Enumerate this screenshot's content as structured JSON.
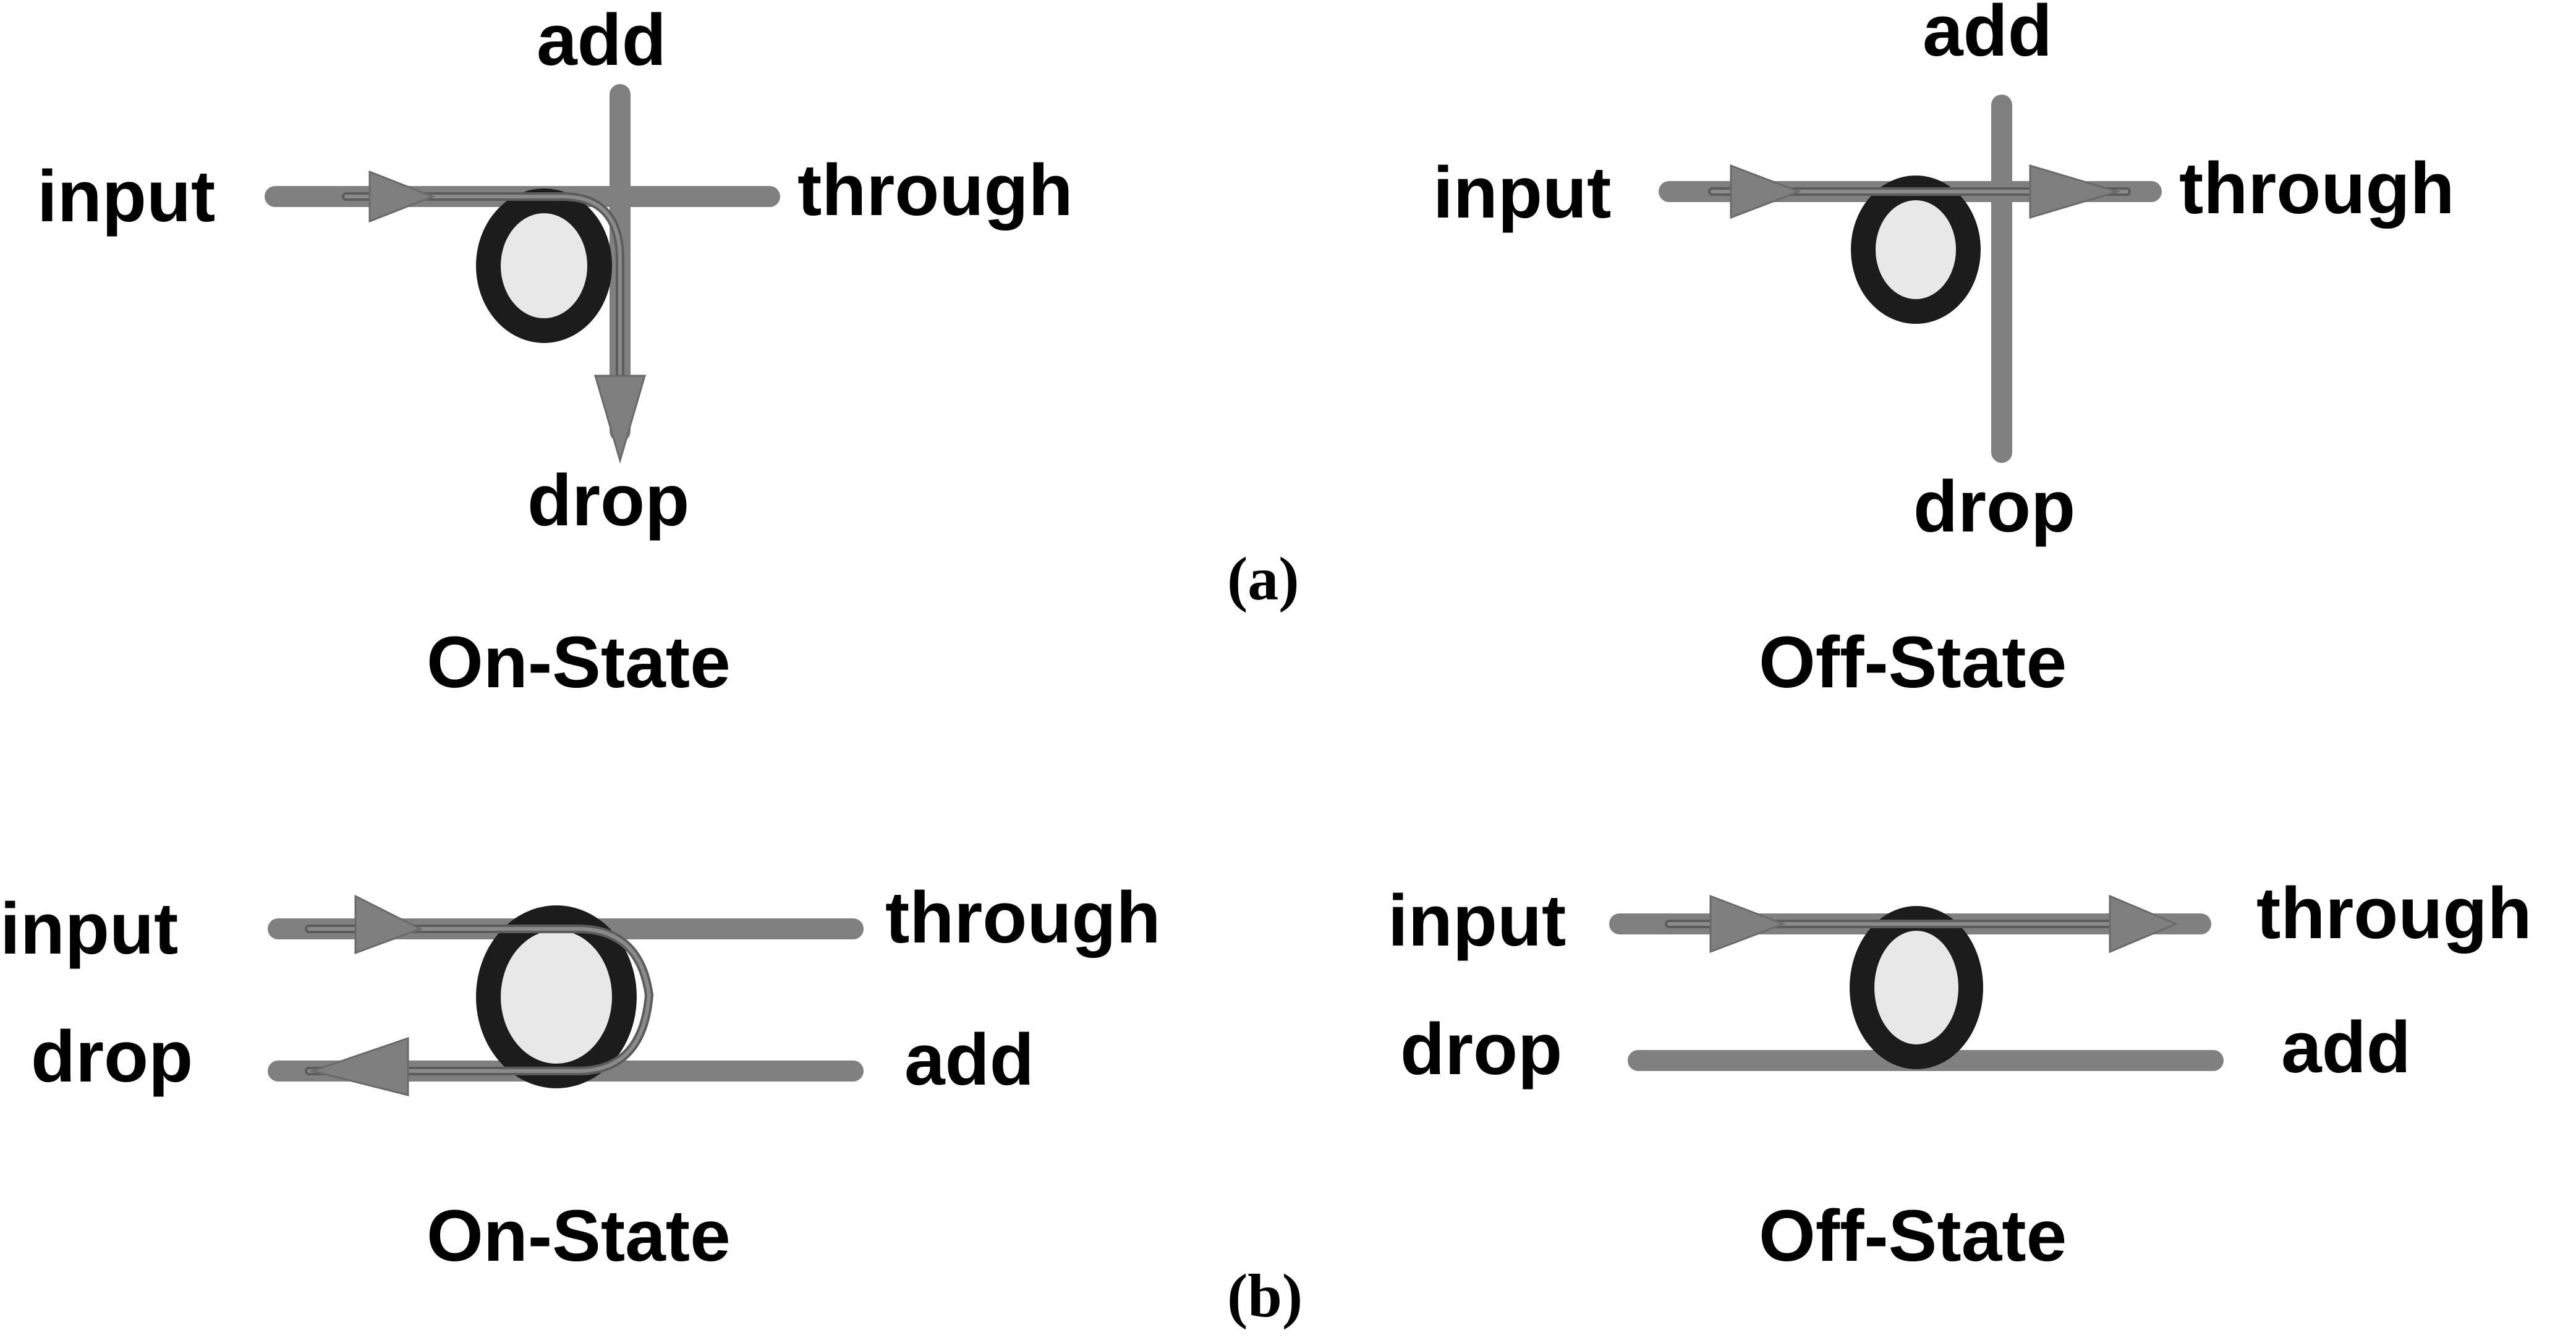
{
  "figure": {
    "panels": [
      {
        "id": "a",
        "label": "(a)",
        "configuration": "crossbar",
        "diagrams": [
          {
            "state": "On-State",
            "ports": {
              "input": "input",
              "through": "through",
              "add": "add",
              "drop": "drop"
            },
            "signal_route": "input → drop"
          },
          {
            "state": "Off-State",
            "ports": {
              "input": "input",
              "through": "through",
              "add": "add",
              "drop": "drop"
            },
            "signal_route": "input → through"
          }
        ]
      },
      {
        "id": "b",
        "label": "(b)",
        "configuration": "parallel",
        "diagrams": [
          {
            "state": "On-State",
            "ports": {
              "input": "input",
              "through": "through",
              "add": "add",
              "drop": "drop"
            },
            "signal_route": "input → drop"
          },
          {
            "state": "Off-State",
            "ports": {
              "input": "input",
              "through": "through",
              "add": "add",
              "drop": "drop"
            },
            "signal_route": "input → through"
          }
        ]
      }
    ],
    "colors": {
      "waveguide": "#808080",
      "signal_path": "#5c5c5c",
      "ring_stroke": "#1c1c1c",
      "ring_fill": "#e8e8e8",
      "text": "#000000"
    }
  }
}
